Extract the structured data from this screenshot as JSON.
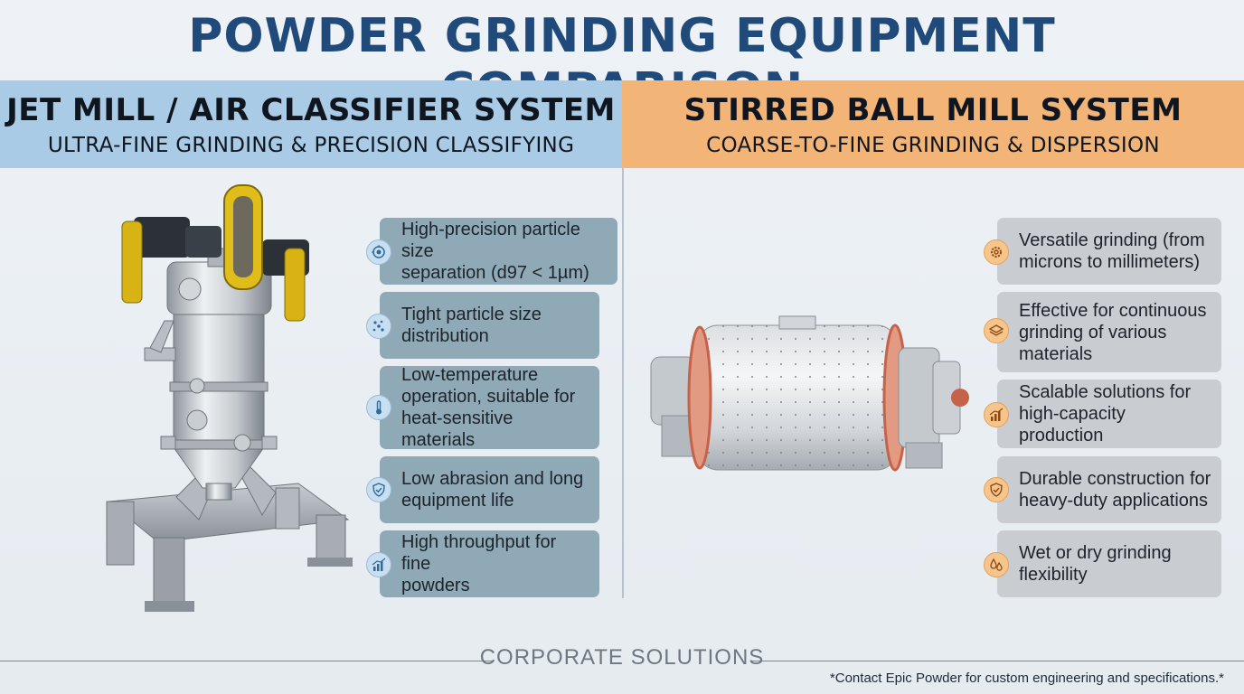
{
  "title": "POWDER GRINDING EQUIPMENT COMPARISON",
  "left_panel": {
    "title": "JET MILL / AIR CLASSIFIER SYSTEM",
    "subtitle": "ULTRA-FINE GRINDING & PRECISION CLASSIFYING",
    "features": [
      {
        "icon": "target-icon",
        "lines": [
          "High-precision particle size",
          "separation (d97 < 1µm)"
        ]
      },
      {
        "icon": "particles-icon",
        "lines": [
          "Tight particle size",
          "distribution"
        ]
      },
      {
        "icon": "thermometer-icon",
        "lines": [
          "Low-temperature",
          "operation, suitable for",
          "heat-sensitive materials"
        ]
      },
      {
        "icon": "shield-check-icon",
        "lines": [
          "Low abrasion and long",
          "equipment life"
        ]
      },
      {
        "icon": "bar-chart-icon",
        "lines": [
          "High throughput for fine",
          "powders"
        ]
      }
    ]
  },
  "right_panel": {
    "title": "STIRRED BALL MILL SYSTEM",
    "subtitle": "COARSE-TO-FINE GRINDING & DISPERSION",
    "features": [
      {
        "icon": "gear-icon",
        "lines": [
          "Versatile grinding (from",
          "microns to millimeters)"
        ]
      },
      {
        "icon": "layers-icon",
        "lines": [
          "Effective for continuous",
          "grinding of various",
          "materials"
        ]
      },
      {
        "icon": "bar-chart-icon",
        "lines": [
          "Scalable solutions for",
          "high-capacity production"
        ]
      },
      {
        "icon": "shield-check-icon",
        "lines": [
          "Durable construction for",
          "heavy-duty applications"
        ]
      },
      {
        "icon": "droplets-icon",
        "lines": [
          "Wet or dry grinding",
          "flexibility"
        ]
      }
    ]
  },
  "footer": {
    "brand": "CORPORATE SOLUTIONS",
    "note": "*Contact Epic Powder for custom engineering and specifications.*"
  },
  "colors": {
    "title": "#1f4a7a",
    "left_header": "#a9cbe6",
    "right_header": "#f3b477",
    "left_card": "#8fa9b6",
    "right_card": "#c9ccd0"
  }
}
